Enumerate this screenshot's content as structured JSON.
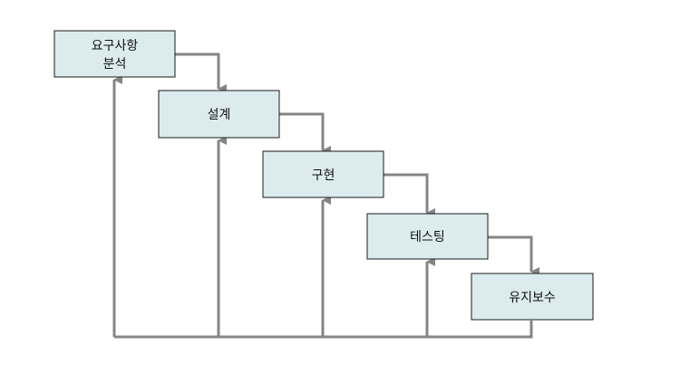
{
  "diagram": {
    "type": "waterfall-flow",
    "stages": [
      {
        "id": "requirements",
        "label_lines": [
          "요구사항",
          "분석"
        ]
      },
      {
        "id": "design",
        "label_lines": [
          "설계"
        ]
      },
      {
        "id": "implementation",
        "label_lines": [
          "구현"
        ]
      },
      {
        "id": "testing",
        "label_lines": [
          "테스팅"
        ]
      },
      {
        "id": "maintenance",
        "label_lines": [
          "유지보수"
        ]
      }
    ],
    "colors": {
      "box_fill": "#dcecee",
      "box_border": "#1a1a1a",
      "connector": "#858585",
      "text": "#111111"
    }
  }
}
